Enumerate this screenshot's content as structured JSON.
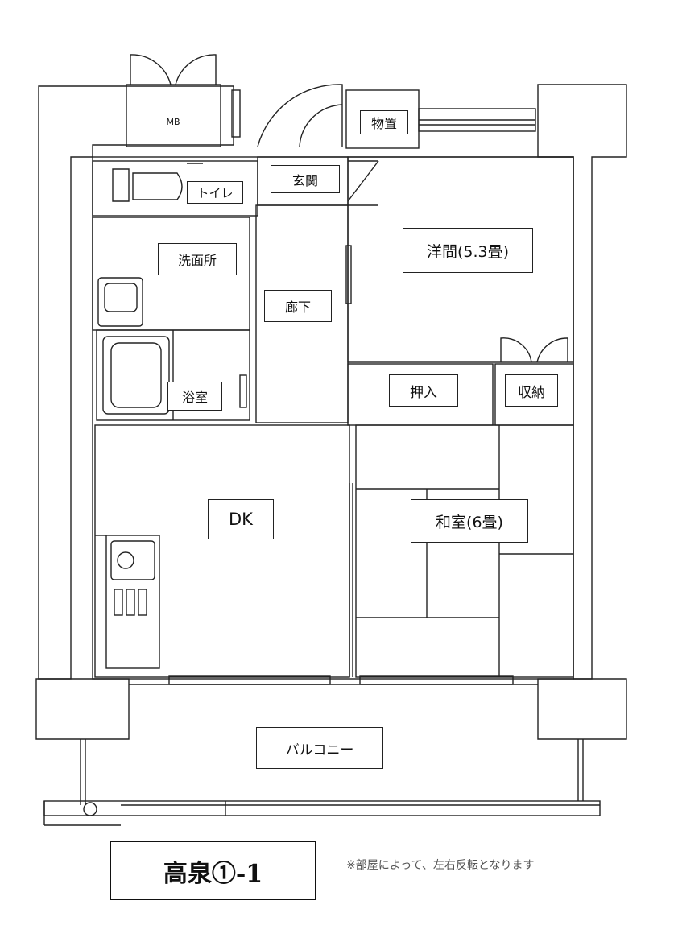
{
  "rooms": {
    "mb": "MB",
    "storage": "物置",
    "toilet": "トイレ",
    "entrance": "玄関",
    "washroom": "洗面所",
    "hallway": "廊下",
    "bath": "浴室",
    "western": "洋間(5.3畳)",
    "closet_oshiire": "押入",
    "closet_shuno": "収納",
    "dk": "DK",
    "japanese": "和室(6畳)",
    "balcony": "バルコニー"
  },
  "title": "高泉①-1",
  "note": "※部屋によって、左右反転となります"
}
